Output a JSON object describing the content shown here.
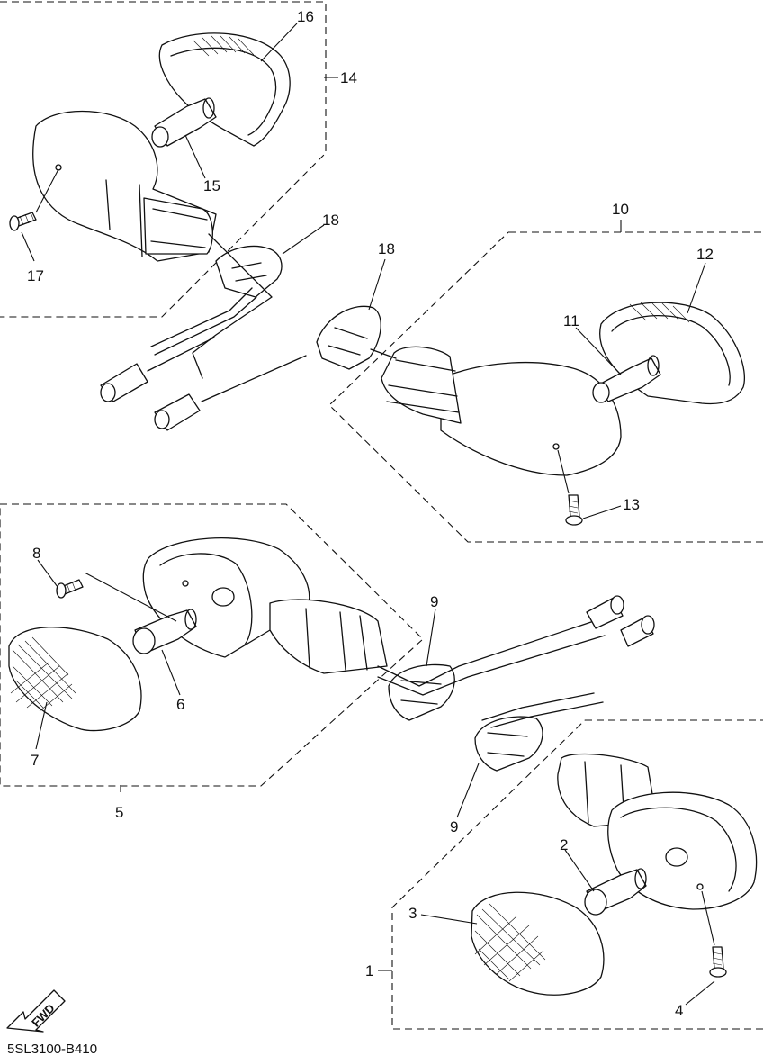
{
  "diagram": {
    "drawing_code": "5SL3100-B410",
    "fwd_label": "FWD",
    "callouts": {
      "c1": "1",
      "c2": "2",
      "c3": "3",
      "c4": "4",
      "c5": "5",
      "c6": "6",
      "c7": "7",
      "c8": "8",
      "c9a": "9",
      "c9b": "9",
      "c10": "10",
      "c11": "11",
      "c12": "12",
      "c13": "13",
      "c14": "14",
      "c15": "15",
      "c16": "16",
      "c17": "17",
      "c18a": "18",
      "c18b": "18"
    }
  }
}
